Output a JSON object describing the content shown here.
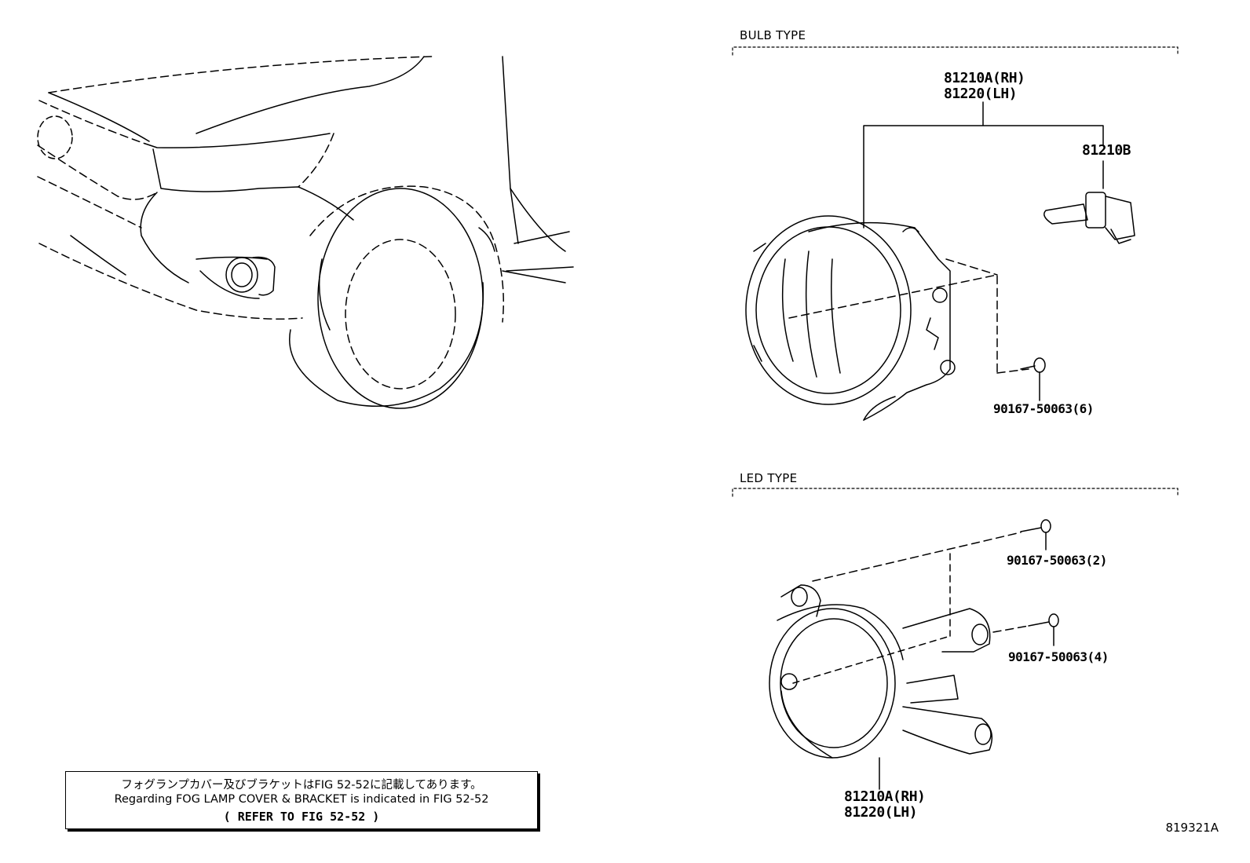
{
  "sections": {
    "bulb_type": "BULB TYPE",
    "led_type": "LED TYPE"
  },
  "parts": {
    "bulb_lamp_rh": "81210A(RH)",
    "bulb_lamp_lh": "81220(LH)",
    "bulb": "81210B",
    "bulb_screw": "90167-50063(6)",
    "led_screw_upper": "90167-50063(2)",
    "led_screw_lower": "90167-50063(4)",
    "led_lamp_rh": "81210A(RH)",
    "led_lamp_lh": "81220(LH)"
  },
  "note": {
    "japanese": "フォグランプカバー及びブラケットはFIG 52-52に記載してあります。",
    "english": "Regarding FOG LAMP COVER & BRACKET is indicated in FIG 52-52",
    "refer": "(  REFER TO FIG 52-52  )"
  },
  "figure_id": "819321A"
}
